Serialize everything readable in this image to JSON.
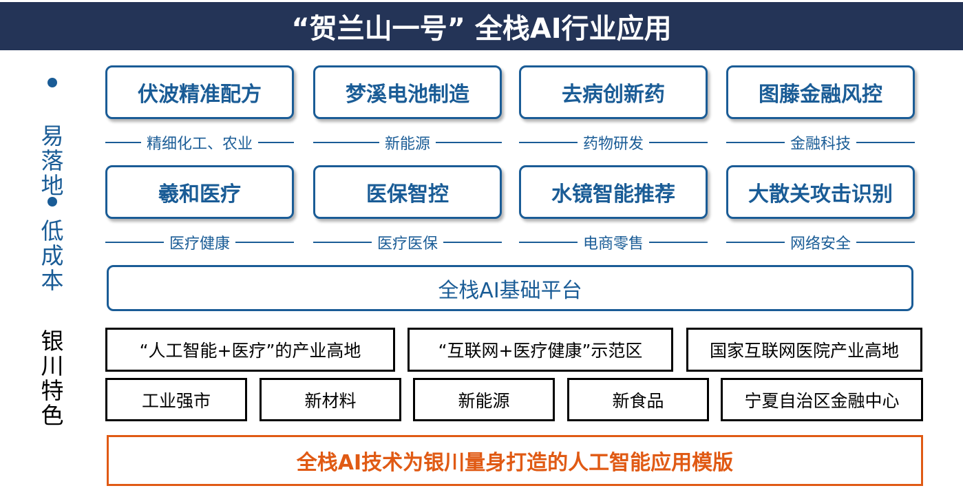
{
  "title": "“贺兰山一号” 全栈AI行业应用",
  "side": {
    "label1": "易落地",
    "label2": "低成本",
    "label3": "银川特色"
  },
  "apps_row1": [
    {
      "name": "伏波精准配方",
      "sector": "精细化工、农业"
    },
    {
      "name": "梦溪电池制造",
      "sector": "新能源"
    },
    {
      "name": "去病创新药",
      "sector": "药物研发"
    },
    {
      "name": "图藤金融风控",
      "sector": "金融科技"
    }
  ],
  "apps_row2": [
    {
      "name": "羲和医疗",
      "sector": "医疗健康"
    },
    {
      "name": "医保智控",
      "sector": "医疗医保"
    },
    {
      "name": "水镜智能推荐",
      "sector": "电商零售"
    },
    {
      "name": "大散关攻击识别",
      "sector": "网络安全"
    }
  ],
  "platform": "全栈AI基础平台",
  "features_row1": [
    "“人工智能+医疗”的产业高地",
    "“互联网+医疗健康”示范区",
    "国家互联网医院产业高地"
  ],
  "features_row2": [
    "工业强市",
    "新材料",
    "新能源",
    "新食品",
    "宁夏自治区金融中心"
  ],
  "footer": "全栈AI技术为银川量身打造的人工智能应用模版",
  "colors": {
    "header": "#243457",
    "accent": "#1a5c96",
    "footer": "#e05a14"
  }
}
